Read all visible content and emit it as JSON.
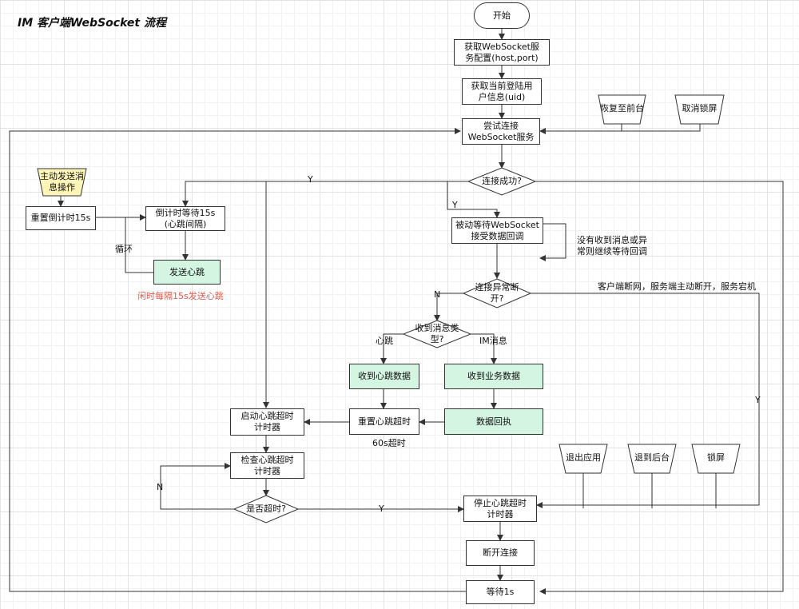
{
  "title": "IM 客户端WebSocket 流程",
  "nodes": {
    "start": "开始",
    "get_config": "获取WebSocket服\n务配置(host,port)",
    "get_user": "获取当前登陆用\n户信息(uid)",
    "try_connect": "尝试连接\nWebSocket服务",
    "connect_success": "连接成功?",
    "passive_wait": "被动等待WebSocket\n接受数据回调",
    "disconnected": "连接异常断\n开?",
    "msg_type": "收到消息类\n型?",
    "recv_heartbeat": "收到心跳数据",
    "recv_business": "收到业务数据",
    "reset_timeout": "重置心跳超时",
    "data_ack": "数据回执",
    "start_timer": "启动心跳超时\n计时器",
    "check_timer": "检查心跳超时\n计时器",
    "is_timeout": "是否超时?",
    "stop_timer": "停止心跳超时\n计时器",
    "disconnect": "断开连接",
    "wait_1s": "等待1s",
    "active_send": "主动发送消\n息操作",
    "reset_countdown": "重置倒计时15s",
    "countdown_wait": "倒计时等待15s\n(心跳间隔)",
    "send_heartbeat": "发送心跳",
    "resume": "恢复至前台",
    "cancel_lock": "取消锁屏",
    "exit_app": "退出应用",
    "to_background": "退到后台",
    "lock_screen": "锁屏"
  },
  "labels": {
    "y_left": "Y",
    "y_passive": "Y",
    "no_callback": "没有收到消息或异\n常则继续等待回调",
    "n_disconnect": "N",
    "client_reasons": "客户端断网，服务端主动断开，服务宕机",
    "y_right": "Y",
    "heartbeat": "心跳",
    "im_message": "IM消息",
    "timeout_60s": "60s超时",
    "n_loop": "N",
    "y_timeout": "Y",
    "loop": "循环",
    "idle_note": "闲时每隔15s发送心跳"
  },
  "colors": {
    "note_fill": "#fdf5b8",
    "green_fill": "#d5f5e3",
    "note_red": "#e05a4d",
    "line": "#333333"
  }
}
